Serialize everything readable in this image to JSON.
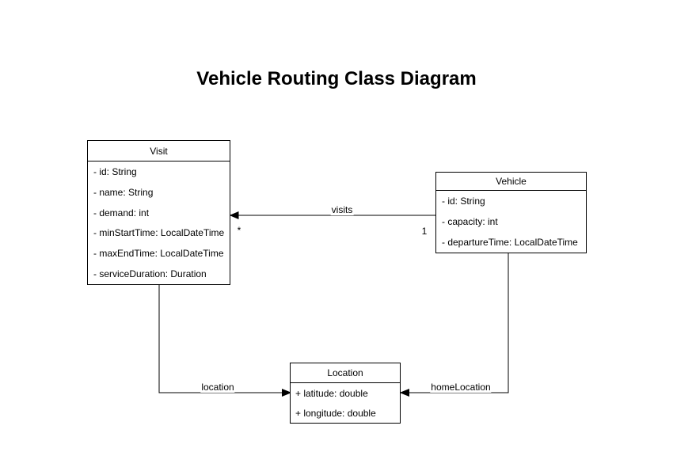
{
  "title": "Vehicle Routing Class Diagram",
  "classes": [
    {
      "name": "Visit",
      "attributes": [
        "- id: String",
        "- name: String",
        "- demand: int",
        "- minStartTime: LocalDateTime",
        "- maxEndTime: LocalDateTime",
        "- serviceDuration: Duration"
      ]
    },
    {
      "name": "Vehicle",
      "attributes": [
        "- id: String",
        "- capacity: int",
        "- departureTime: LocalDateTime"
      ]
    },
    {
      "name": "Location",
      "attributes": [
        "+ latitude: double",
        "+ longitude: double"
      ]
    }
  ],
  "relations": [
    {
      "label": "visits",
      "from": "Vehicle",
      "to": "Visit",
      "source_multiplicity": "1",
      "target_multiplicity": "*"
    },
    {
      "label": "location",
      "from": "Visit",
      "to": "Location"
    },
    {
      "label": "homeLocation",
      "from": "Vehicle",
      "to": "Location"
    }
  ],
  "colors": {
    "line": "#000000",
    "text": "#000000",
    "box_fill": "#ffffff",
    "page_background": "#ffffff"
  }
}
